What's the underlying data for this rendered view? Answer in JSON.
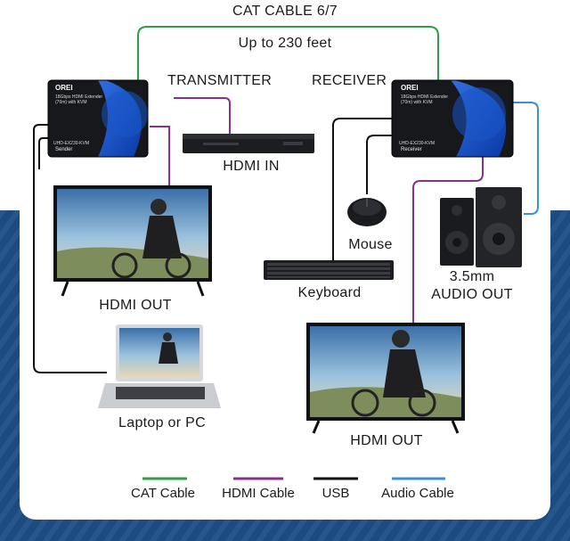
{
  "labels": {
    "cat_cable": "CAT CABLE 6/7",
    "distance": "Up to 230 feet",
    "transmitter": "TRANSMITTER",
    "receiver": "RECEIVER",
    "hdmi_in": "HDMI IN",
    "mouse": "Mouse",
    "keyboard": "Keyboard",
    "audio_out_line1": "3.5mm",
    "audio_out_line2": "AUDIO OUT",
    "hdmi_out_left": "HDMI OUT",
    "hdmi_out_right": "HDMI OUT",
    "laptop": "Laptop or PC"
  },
  "device": {
    "brand": "OREI",
    "tx_desc": "18Gbps HDMI Extender (70m) with KVM",
    "rx_desc": "18Gbps HDMI Extender (70m) with KVM",
    "tx_model": "UHD-EX230-KVM",
    "tx_role": "Sender",
    "rx_model": "UHD-EX230-KVM",
    "rx_role": "Receiver"
  },
  "legend": [
    {
      "label": "CAT Cable",
      "color": "#2e9e48"
    },
    {
      "label": "HDMI Cable",
      "color": "#8a2f8f"
    },
    {
      "label": "USB",
      "color": "#111111"
    },
    {
      "label": "Audio Cable",
      "color": "#3c8fd0"
    }
  ],
  "colors": {
    "cat": "#2e9e48",
    "hdmi": "#8a2f8f",
    "usb": "#111111",
    "audio": "#3c8fd0",
    "background": "#1d4f86"
  }
}
